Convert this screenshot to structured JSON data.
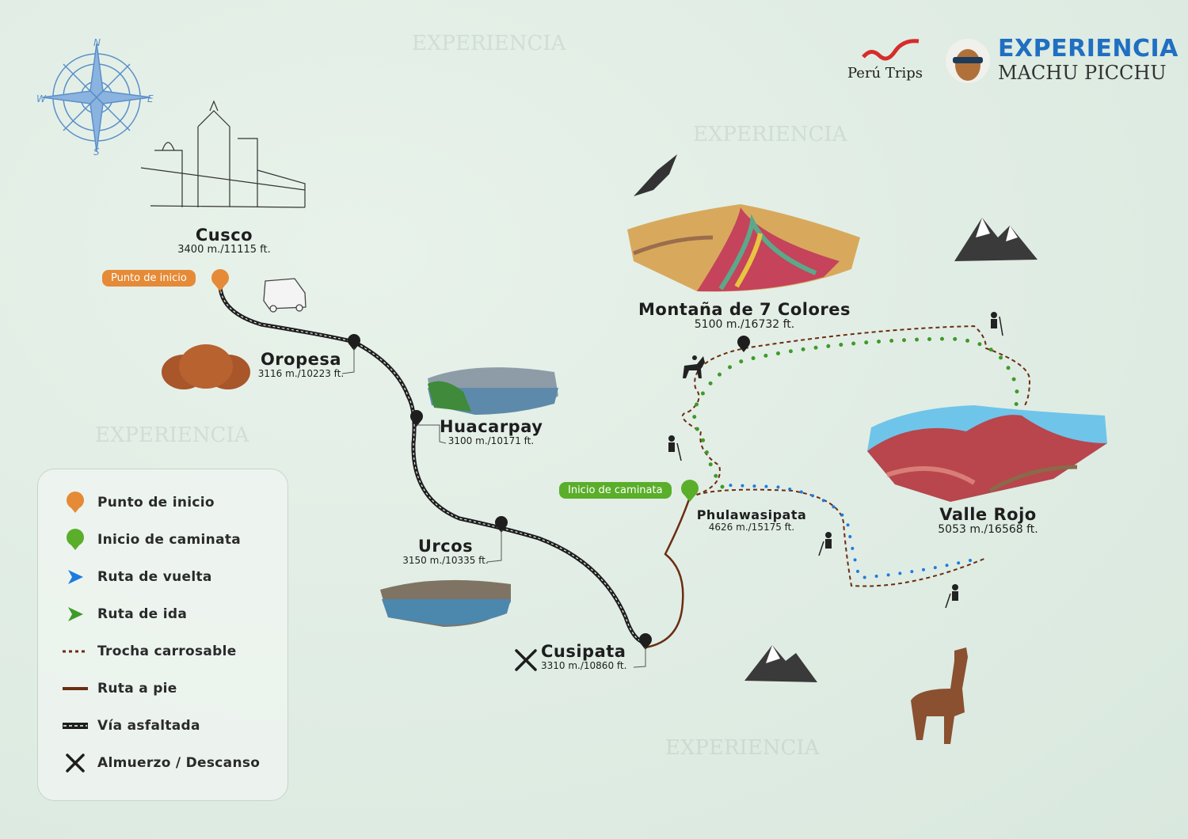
{
  "logos": {
    "peru_trips": "Perú Trips",
    "brand_line1": "EXPERIENCIA",
    "brand_line2": "MACHU PICCHU"
  },
  "compass": {
    "n": "N",
    "s": "S",
    "e": "E",
    "w": "W"
  },
  "places": [
    {
      "name": "Cusco",
      "altitude": "3400 m./11115 ft."
    },
    {
      "name": "Oropesa",
      "altitude": "3116 m./10223 ft."
    },
    {
      "name": "Huacarpay",
      "altitude": "3100 m./10171 ft."
    },
    {
      "name": "Urcos",
      "altitude": "3150 m./10335 ft."
    },
    {
      "name": "Cusipata",
      "altitude": "3310 m./10860 ft."
    },
    {
      "name": "Montaña de 7 Colores",
      "altitude": "5100 m./16732 ft."
    },
    {
      "name": "Phulawasipata",
      "altitude": "4626 m./15175 ft."
    },
    {
      "name": "Valle Rojo",
      "altitude": "5053 m./16568 ft."
    }
  ],
  "badges": {
    "start": "Punto de inicio",
    "trek_start": "Inicio de caminata"
  },
  "legend": [
    {
      "label": "Punto de inicio",
      "icon": "orange-pin-icon"
    },
    {
      "label": "Inicio de caminata",
      "icon": "green-pin-icon"
    },
    {
      "label": "Ruta de vuelta",
      "icon": "blue-arrow-icon"
    },
    {
      "label": "Ruta de ida",
      "icon": "green-arrow-icon"
    },
    {
      "label": "Trocha carrosable",
      "icon": "dotted-line-icon"
    },
    {
      "label": "Ruta a pie",
      "icon": "brown-line-icon"
    },
    {
      "label": "Vía asfaltada",
      "icon": "road-line-icon"
    },
    {
      "label": "Almuerzo / Descanso",
      "icon": "cutlery-icon"
    }
  ],
  "colors": {
    "orange": "#e58a36",
    "green": "#5aae2a",
    "blue": "#1d7be0",
    "brown": "#6b2d12",
    "dark": "#1e1e1e"
  }
}
